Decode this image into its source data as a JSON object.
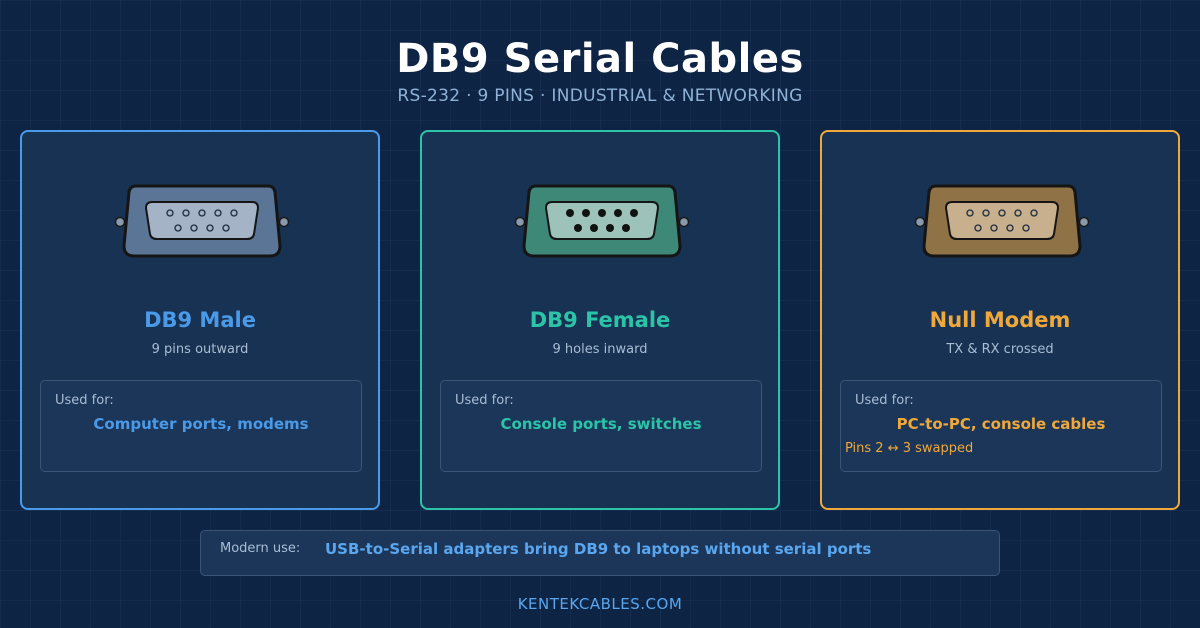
{
  "header": {
    "title": "DB9 Serial Cables",
    "subtitle": "RS-232 · 9 PINS · INDUSTRIAL & NETWORKING"
  },
  "cards": [
    {
      "name": "DB9 Male",
      "desc": "9 pins outward",
      "used_label": "Used for:",
      "used_value": "Computer ports, modems",
      "note": "",
      "accent": "#4a9ae8",
      "connector": {
        "shell": "#5a7596",
        "face": "#a4b4c6",
        "pin_style": "pin"
      }
    },
    {
      "name": "DB9 Female",
      "desc": "9 holes inward",
      "used_label": "Used for:",
      "used_value": "Console ports, switches",
      "note": "",
      "accent": "#2cc4a8",
      "connector": {
        "shell": "#3e8878",
        "face": "#9cc2b9",
        "pin_style": "hole"
      }
    },
    {
      "name": "Null Modem",
      "desc": "TX & RX crossed",
      "used_label": "Used for:",
      "used_value": "PC-to-PC, console cables",
      "note": "Pins 2 ↔ 3 swapped",
      "accent": "#f0a83a",
      "connector": {
        "shell": "#8f7346",
        "face": "#c8b08e",
        "pin_style": "pin"
      }
    }
  ],
  "modern": {
    "label": "Modern use:",
    "value": "USB-to-Serial adapters bring DB9 to laptops without serial ports"
  },
  "footer": "KENTEKCABLES.COM"
}
